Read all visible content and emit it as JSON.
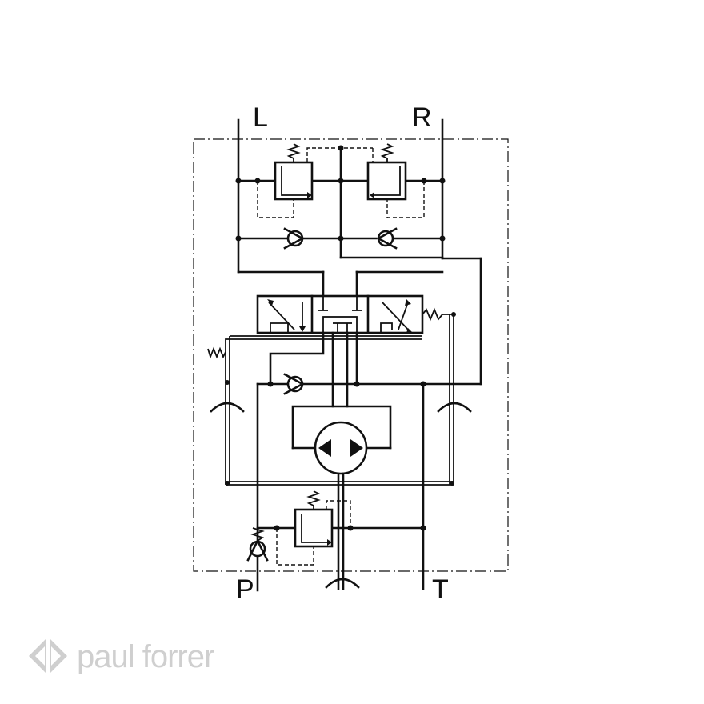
{
  "ports": {
    "left": "L",
    "right": "R",
    "pressure": "P",
    "tank": "T"
  },
  "brand": {
    "name": "paul forrer",
    "logo_color": "#cfcfcf"
  },
  "colors": {
    "line": "#111111",
    "background": "#ffffff"
  },
  "icons": [
    "relief-valve-icon",
    "check-valve-icon",
    "directional-valve-icon",
    "hydraulic-motor-icon",
    "spring-icon",
    "flow-arrow-icon"
  ]
}
